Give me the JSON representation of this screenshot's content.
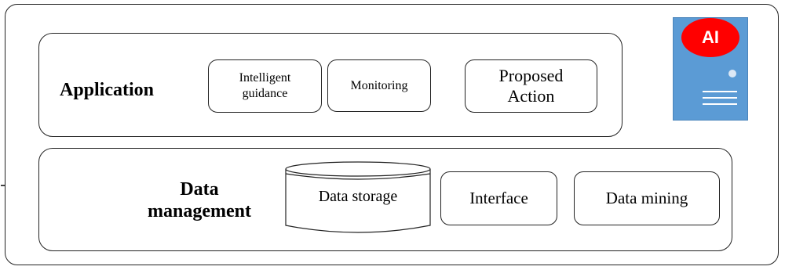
{
  "application_layer": {
    "title": "Application",
    "modules": [
      {
        "lines": [
          "Intelligent",
          "guidance"
        ]
      },
      {
        "lines": [
          "Monitoring"
        ]
      },
      {
        "lines": [
          "Proposed",
          "Action"
        ]
      }
    ]
  },
  "data_management_layer": {
    "title_lines": [
      "Data",
      "management"
    ],
    "storage_label": "Data storage",
    "modules": [
      {
        "label": "Interface"
      },
      {
        "label": "Data mining"
      }
    ]
  },
  "ai_card": {
    "badge_text": "AI",
    "colors": {
      "card": "#5b9bd5",
      "badge": "#ff0000"
    },
    "icon": "hamburger-menu-icon"
  }
}
